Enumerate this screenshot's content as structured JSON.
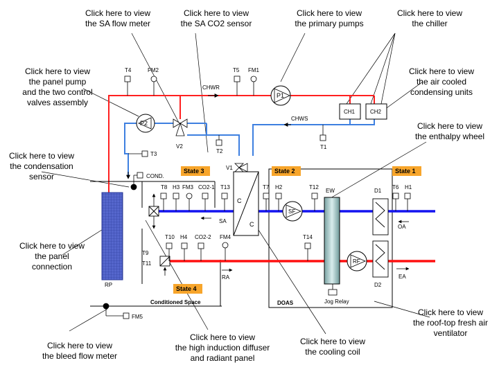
{
  "callouts": {
    "sa_flow_meter": [
      "Click here to view",
      "the SA flow meter"
    ],
    "sa_co2_sensor": [
      "Click here to view",
      "the SA CO2 sensor"
    ],
    "primary_pumps": [
      "Click here to view",
      "the primary pumps"
    ],
    "chiller": [
      "Click here to view",
      "the chiller"
    ],
    "panel_pump": [
      "Click here to view",
      "the panel pump",
      "and the two control",
      "valves assembly"
    ],
    "air_cooled_condensing": [
      "Click here to view",
      "the air cooled",
      "condensing units"
    ],
    "enthalpy_wheel": [
      "Click here to view",
      "the enthalpy wheel"
    ],
    "condensation_sensor": [
      "Click here to view",
      "the condensation",
      "sensor"
    ],
    "panel_connection": [
      "Click here to view",
      "the panel",
      "connection"
    ],
    "bleed_flow_meter": [
      "Click here to view",
      "the bleed flow meter"
    ],
    "induction_diffuser": [
      "Click here to view",
      "the high induction diffuser",
      "and radiant panel"
    ],
    "cooling_coil": [
      "Click here to view",
      "the cooling coil"
    ],
    "rooftop_ventilator": [
      "Click here to view",
      "the roof-top fresh air",
      "ventilator"
    ]
  },
  "labels": {
    "t4": "T4",
    "fm2": "FM2",
    "t5": "T5",
    "fm1": "FM1",
    "chwr": "CHWR",
    "p1": "P1",
    "p2": "P2",
    "ch1": "CH1",
    "ch2": "CH2",
    "chws": "CHWS",
    "v2": "V2",
    "t2": "T2",
    "t1": "T1",
    "t3": "T3",
    "v1": "V1",
    "cond": "COND.",
    "t8": "T8",
    "h3": "H3",
    "fm3": "FM3",
    "co2_1": "CO2-1",
    "t13": "T13",
    "t7": "T7",
    "h2": "H2",
    "t12": "T12",
    "ew": "EW",
    "d1": "D1",
    "t6": "T6",
    "h1": "H1",
    "coil_c1": "C",
    "coil_c2": "C",
    "sa": "SA",
    "sf": "SF",
    "oa": "OA",
    "t10": "T10",
    "h4": "H4",
    "co2_2": "CO2-2",
    "fm4": "FM4",
    "t14": "T14",
    "t9": "T9",
    "t11": "T11",
    "rf": "RF",
    "d2": "D2",
    "ra": "RA",
    "ea": "EA",
    "rp": "RP",
    "conditioned_space": "Conditioned Space",
    "doas": "DOAS",
    "jog_relay": "Jog Relay",
    "fm5": "FM5"
  },
  "states": {
    "s1": "State 1",
    "s2": "State 2",
    "s3": "State 3",
    "s4": "State 4"
  },
  "colors": {
    "return_pipe": "#ff2020",
    "supply_pipe": "#3d7fe0",
    "sa_duct": "#1414f0",
    "ra_duct": "#ff1010",
    "state_badge": "#f7a52b",
    "radiant_panel": "#4f60c8"
  }
}
